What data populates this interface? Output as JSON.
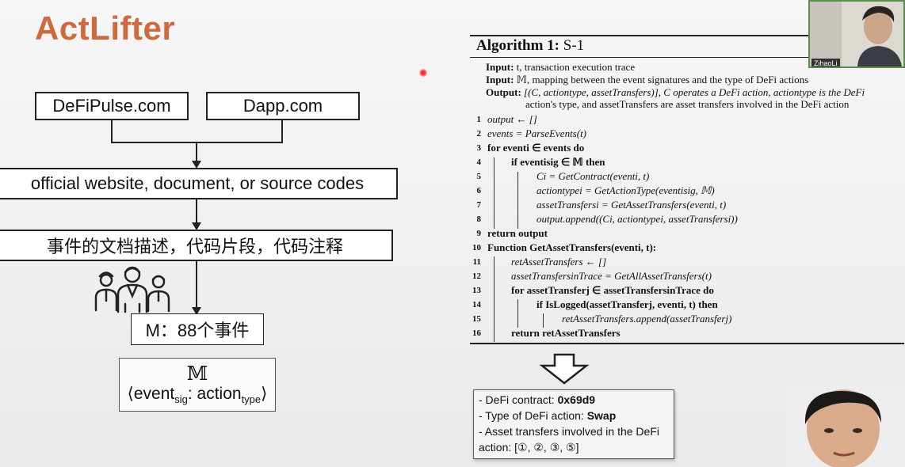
{
  "slide_title": "ActLifter",
  "flow": {
    "source1": "DeFiPulse.com",
    "source2": "Dapp.com",
    "step1": "official website, document, or source codes",
    "step2": "事件的文档描述，代码片段，代码注释",
    "result": "M：88个事件",
    "mapping_symbol": "𝕄",
    "mapping_pair_open": "⟨event",
    "mapping_pair_sub1": "sig",
    "mapping_pair_mid": ": action",
    "mapping_pair_sub2": "type",
    "mapping_pair_close": "⟩"
  },
  "algorithm": {
    "title_bold": "Algorithm 1:",
    "title_name": "S-1",
    "input1_label": "Input:",
    "input1_text": "t, transaction execution trace",
    "input2_label": "Input:",
    "input2_text": "𝕄, mapping between the event signatures and the type of DeFi actions",
    "output_label": "Output:",
    "output_text_line1": "[(C, actiontype, assetTransfers)], C operates a DeFi action, actiontype is the DeFi",
    "output_text_line2": "action's type, and assetTransfers are asset transfers involved in the DeFi action",
    "lines": [
      {
        "n": "1",
        "text": "output ← []"
      },
      {
        "n": "2",
        "text": "events = ParseEvents(t)"
      },
      {
        "n": "3",
        "text": "for eventi ∈ events do"
      },
      {
        "n": "4",
        "text": "if eventisig ∈ 𝕄 then"
      },
      {
        "n": "5",
        "text": "Ci = GetContract(eventi, t)"
      },
      {
        "n": "6",
        "text": "actiontypei = GetActionType(eventisig, 𝕄)"
      },
      {
        "n": "7",
        "text": "assetTransfersi = GetAssetTransfers(eventi, t)"
      },
      {
        "n": "8",
        "text": "output.append((Ci, actiontypei, assetTransfersi))"
      },
      {
        "n": "9",
        "text": "return output"
      },
      {
        "n": "10",
        "text": "Function GetAssetTransfers(eventi, t):"
      },
      {
        "n": "11",
        "text": "retAssetTransfers ← []"
      },
      {
        "n": "12",
        "text": "assetTransfersinTrace = GetAllAssetTransfers(t)"
      },
      {
        "n": "13",
        "text": "for assetTransferj ∈ assetTransfersinTrace do"
      },
      {
        "n": "14",
        "text": "if IsLogged(assetTransferj, eventi, t) then"
      },
      {
        "n": "15",
        "text": "retAssetTransfers.append(assetTransferj)"
      },
      {
        "n": "16",
        "text": "return retAssetTransfers"
      }
    ]
  },
  "result_box": {
    "line1_label": "- DeFi contract: ",
    "line1_value": "0x69d9",
    "line2_label": "- Type of DeFi action: ",
    "line2_value": "Swap",
    "line3": "- Asset transfers involved in the DeFi",
    "line4": "action: [①, ②, ③, ⑤]"
  },
  "participant_name": "ZihaoLi"
}
